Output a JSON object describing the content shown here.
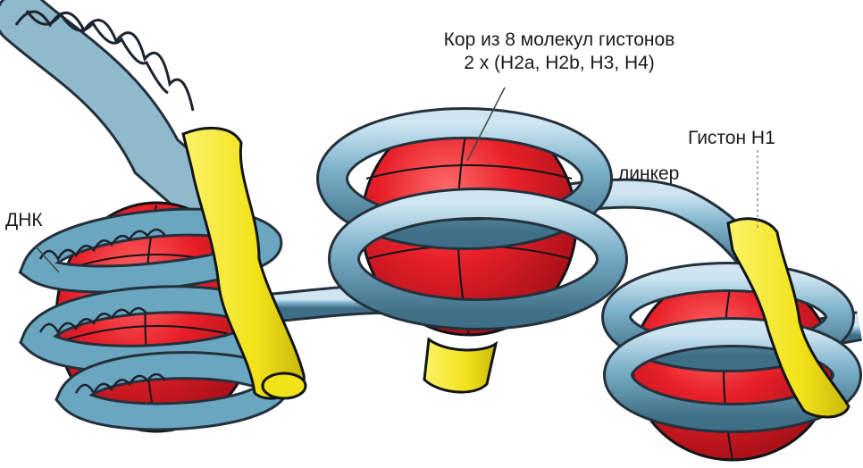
{
  "labels": {
    "core_line1": "Кор из 8 молекул гистонов",
    "core_line2": "2 x (H2a, H2b, H3, H4)",
    "histone_h1": "Гистон H1",
    "linker": "линкер",
    "dna": "ДНК"
  },
  "colors": {
    "histone_core": "#e8202a",
    "dna_strand": "#5f9cb8",
    "histone_h1": "#f6e81a",
    "double_helix": "#1c2430",
    "outline": "#111418"
  }
}
